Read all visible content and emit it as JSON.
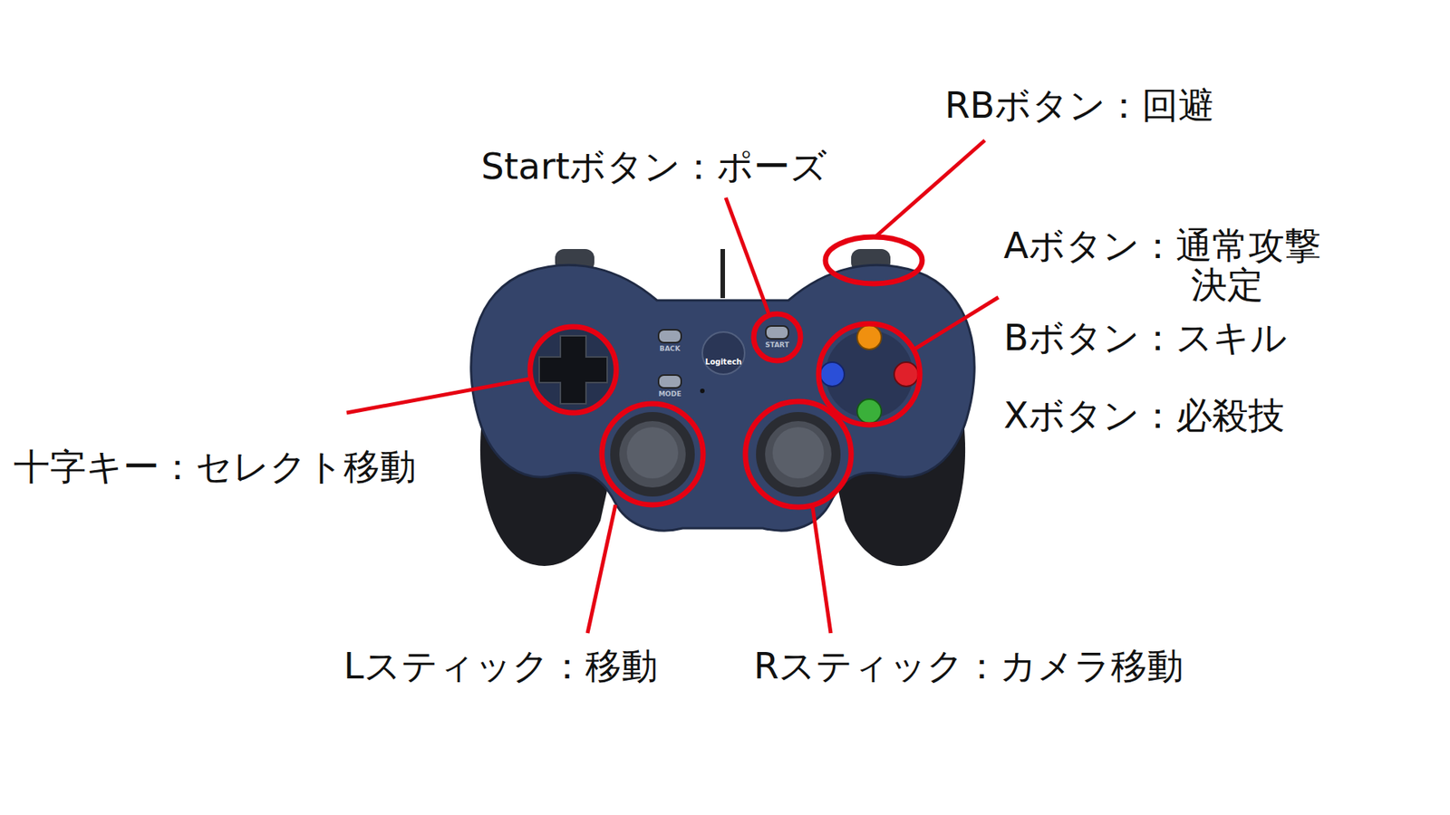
{
  "diagram": {
    "labels": [
      "RBボタン：回避",
      "Startボタン：ポーズ",
      "Aボタン：通常攻撃 決定",
      "Bボタン：スキル",
      "Xボタン：必殺技",
      "十字キー：セレクト移動",
      "Lスティック：移動",
      "Rスティック：カメラ移動",
      "BACK",
      "START",
      "MODE",
      "Logitech"
    ]
  }
}
